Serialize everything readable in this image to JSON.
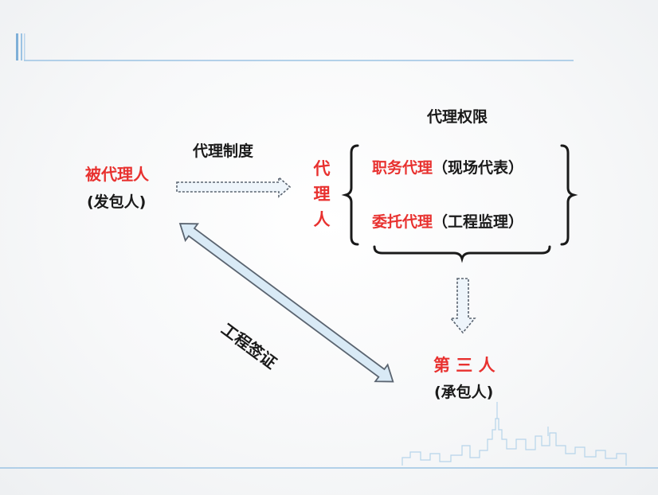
{
  "principal": {
    "name": "被代理人",
    "role": "(发包人)"
  },
  "agency_system_label": "代理制度",
  "agent": {
    "chars": [
      "代",
      "理",
      "人"
    ]
  },
  "authority": {
    "title": "代理权限",
    "items": [
      {
        "type": "职务代理",
        "note": "（现场代表）"
      },
      {
        "type": "委托代理",
        "note": "（工程监理）"
      }
    ]
  },
  "visa_label": "工程签证",
  "third_party": {
    "name": "第 三 人",
    "role": "(承包人)"
  },
  "colors": {
    "accent_red": "#e8312f",
    "arrow_fill": "#d9eaf6",
    "arrow_stroke": "#5a6470",
    "frame_blue": "#7fb0d8"
  }
}
